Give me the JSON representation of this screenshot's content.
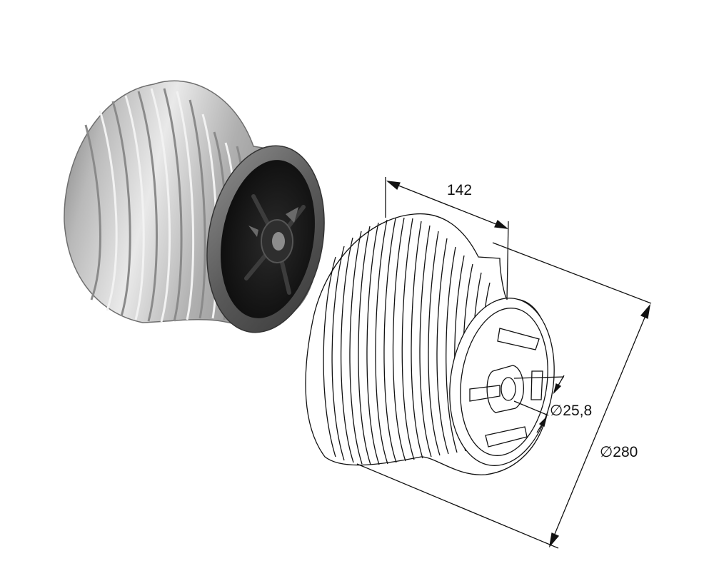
{
  "figure": {
    "views": [
      "photo-view",
      "line-drawing-view"
    ],
    "colors": {
      "background": "#ffffff",
      "metal_light": "#e6e6e6",
      "metal_mid": "#a8a8a8",
      "metal_dark": "#4a4a4a",
      "hub_black": "#141414",
      "line": "#111111"
    }
  },
  "dimensions": {
    "width": "142",
    "bore_diameter": "∅25,8",
    "outer_diameter": "∅280"
  }
}
